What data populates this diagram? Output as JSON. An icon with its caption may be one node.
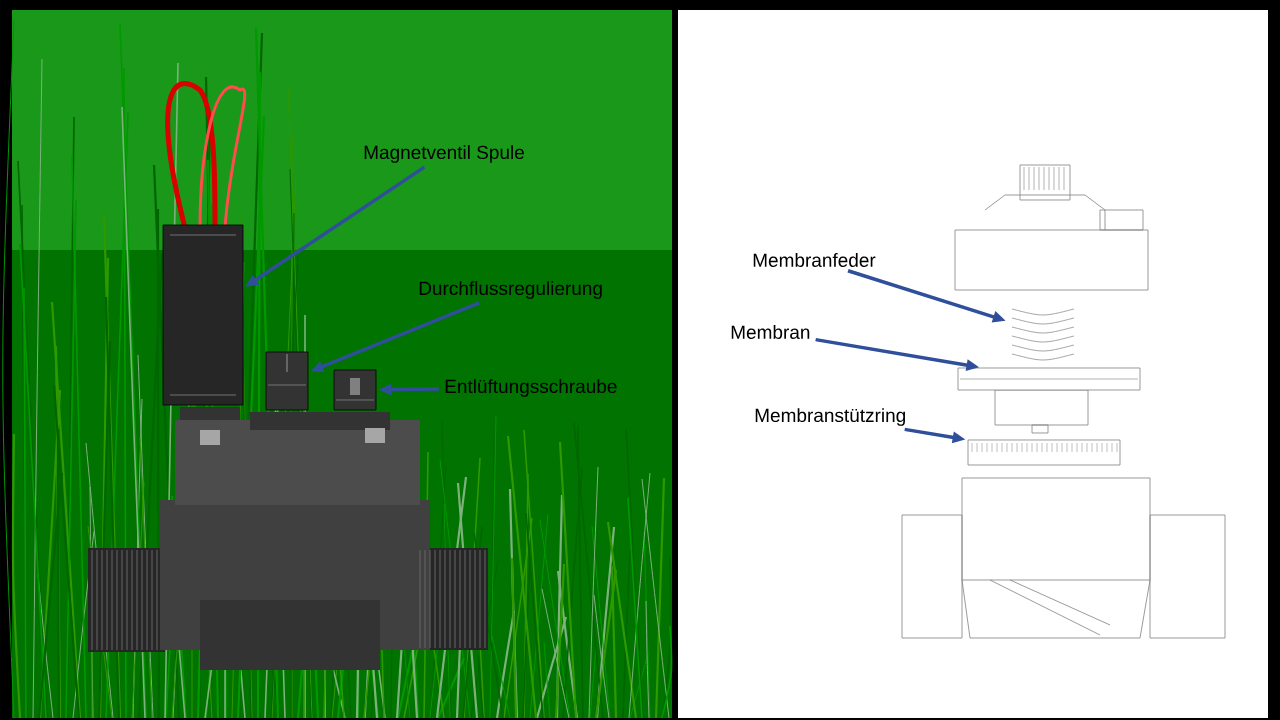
{
  "diagram": {
    "nodes": [
      {
        "text": [
          "Magnetventil Spule"
        ]
      },
      {
        "text": [
          "Durchflussregulierung"
        ]
      },
      {
        "text": [
          "Entlüftungsschraube"
        ]
      },
      {
        "text": [
          "Membranfeder"
        ]
      },
      {
        "text": [
          "Membran"
        ]
      },
      {
        "text": [
          "Membranstützring"
        ]
      },
      {
        "text": [],
        "shape": "picture"
      },
      {
        "text": [],
        "shape": "picture"
      },
      {
        "text": [],
        "shape": "picture"
      },
      {
        "text": [],
        "shape": "picture"
      },
      {
        "text": [],
        "shape": "picture"
      },
      {
        "text": [],
        "shape": "picture"
      }
    ],
    "edges": [
      {
        "from": 0,
        "to": 6,
        "arrow": "to"
      },
      {
        "from": 1,
        "to": 7,
        "arrow": "to"
      },
      {
        "from": 2,
        "to": 8,
        "arrow": "to"
      },
      {
        "from": 3,
        "to": 9,
        "arrow": "to"
      },
      {
        "from": 4,
        "to": 10,
        "arrow": "to"
      },
      {
        "from": 5,
        "to": 11,
        "arrow": "to"
      }
    ]
  }
}
